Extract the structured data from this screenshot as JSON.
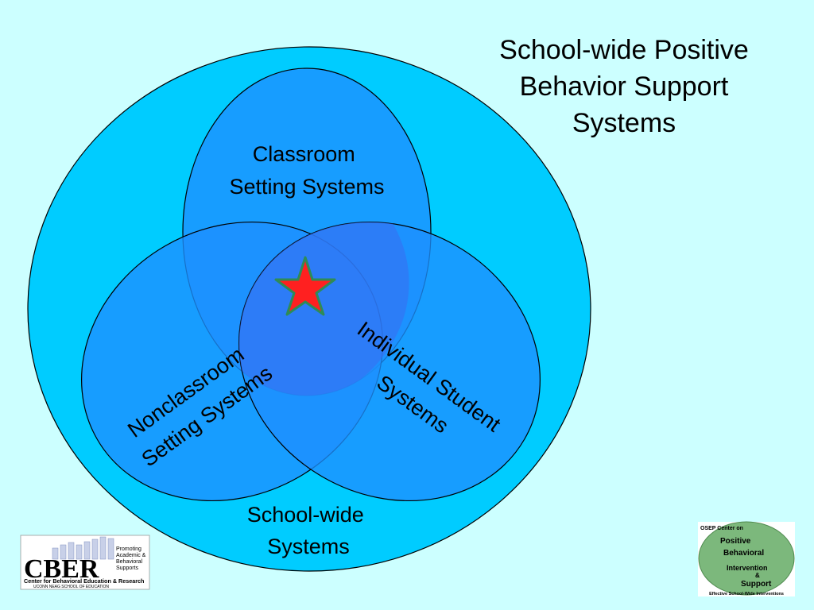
{
  "slide": {
    "title_lines": [
      "School-wide Positive",
      "Behavior Support",
      "Systems"
    ]
  },
  "diagram": {
    "outer_label_lines": [
      "School-wide",
      "Systems"
    ],
    "classroom_label_lines": [
      "Classroom",
      "Setting Systems"
    ],
    "nonclassroom_label_lines": [
      "Nonclassroom",
      "Setting Systems"
    ],
    "individual_label_lines": [
      "Individual Student",
      "Systems"
    ],
    "center_marker": "star-icon"
  },
  "logos": {
    "cber": {
      "letters": "CBER",
      "tagline_lines": [
        "Promoting",
        "Academic &",
        "Behavioral",
        "Supports"
      ],
      "name": "Center for Behavioral Education & Research",
      "school": "UCONN NEAG SCHOOL OF EDUCATION"
    },
    "pbis": {
      "header": "OSEP Center on",
      "word_lines": [
        "Positive",
        "Behavioral",
        "Intervention",
        "&",
        "Support"
      ],
      "footer": "Effective School-Wide Interventions"
    }
  },
  "colors": {
    "background": "#ccffff",
    "outer_circle": "#00ccff",
    "inner_ellipse": "#1e90ff",
    "star_fill": "#ff2020",
    "star_stroke": "#2e8b57"
  }
}
